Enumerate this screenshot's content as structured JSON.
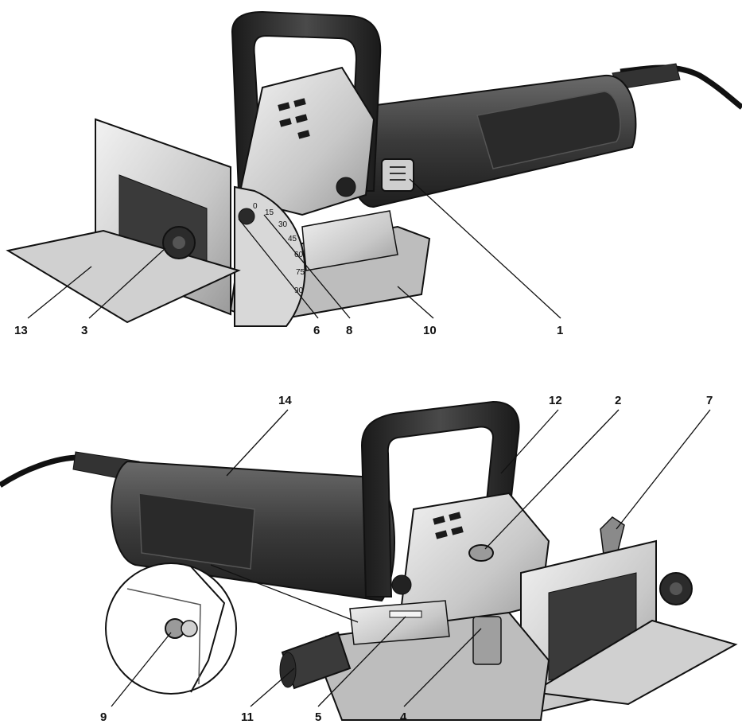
{
  "figure": {
    "top_view": {
      "callouts": [
        {
          "id": "13",
          "label": "13"
        },
        {
          "id": "3",
          "label": "3"
        },
        {
          "id": "6",
          "label": "6"
        },
        {
          "id": "8",
          "label": "8"
        },
        {
          "id": "10",
          "label": "10"
        },
        {
          "id": "1",
          "label": "1"
        }
      ],
      "scale_marks": [
        "0",
        "15",
        "30",
        "45",
        "60",
        "75",
        "90"
      ]
    },
    "bottom_view": {
      "callouts": [
        {
          "id": "14",
          "label": "14"
        },
        {
          "id": "12",
          "label": "12"
        },
        {
          "id": "2",
          "label": "2"
        },
        {
          "id": "7",
          "label": "7"
        },
        {
          "id": "9",
          "label": "9"
        },
        {
          "id": "11",
          "label": "11"
        },
        {
          "id": "5",
          "label": "5"
        },
        {
          "id": "4",
          "label": "4"
        }
      ]
    }
  },
  "colors": {
    "body_dark": "#2f2f2f",
    "body_mid": "#555555",
    "metal_light": "#d9d9d9",
    "metal_mid": "#a9a9a9",
    "line": "#111111"
  }
}
